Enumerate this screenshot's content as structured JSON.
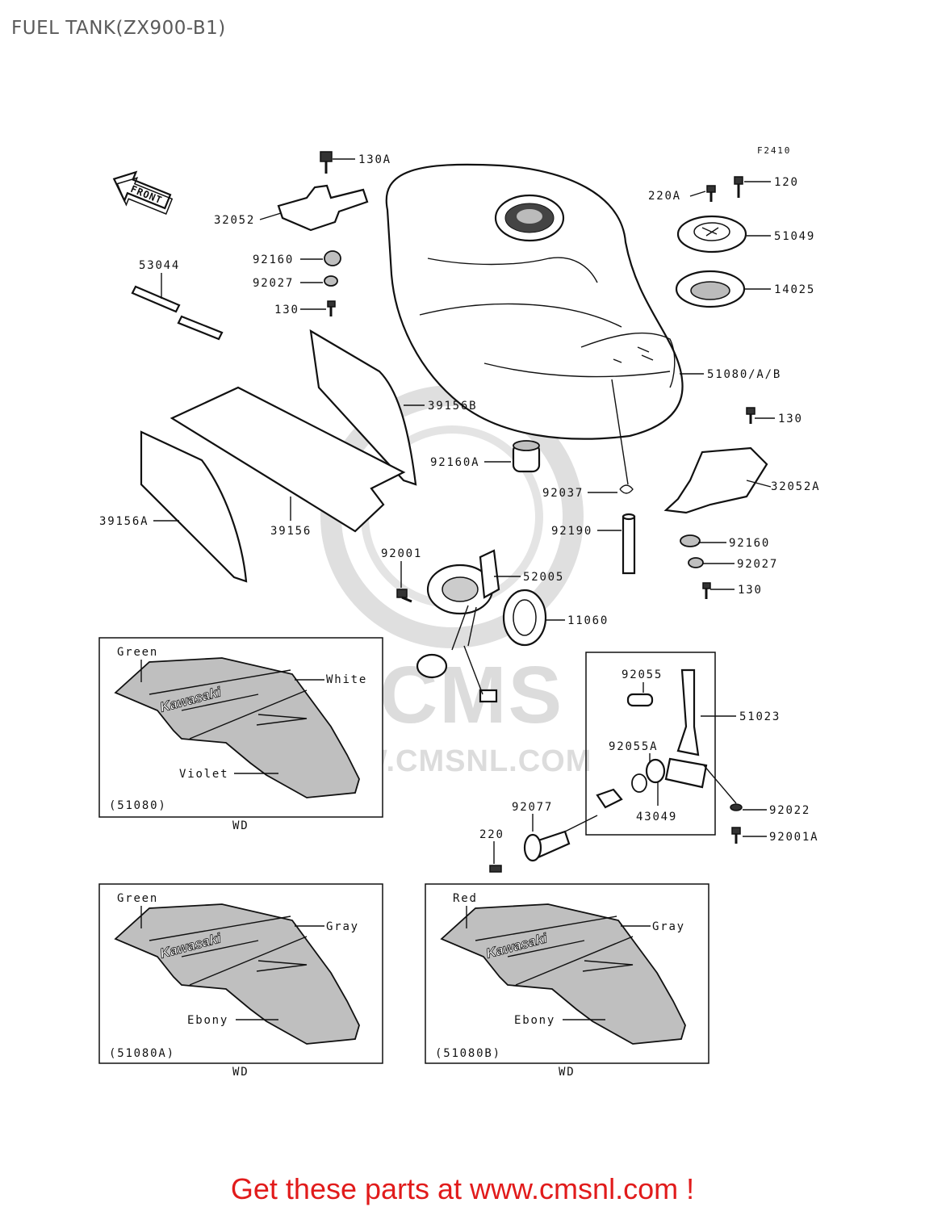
{
  "title": "FUEL TANK(ZX900-B1)",
  "figure_code": "F2410",
  "front_arrow_text": "FRONT",
  "watermark": {
    "brand": "CMS",
    "url": "WWW.CMSNL.COM",
    "color": "#d9d9d9"
  },
  "callouts": {
    "c_130A": "130A",
    "c_32052": "32052",
    "c_92160": "92160",
    "c_92027": "92027",
    "c_130_left": "130",
    "c_53044": "53044",
    "c_39156B": "39156B",
    "c_92160A": "92160A",
    "c_39156A": "39156A",
    "c_39156": "39156",
    "c_220A": "220A",
    "c_120": "120",
    "c_51049": "51049",
    "c_14025": "14025",
    "c_51080AB": "51080/A/B",
    "c_130_r1": "130",
    "c_32052A": "32052A",
    "c_92037": "92037",
    "c_92190": "92190",
    "c_92160_r": "92160",
    "c_92027_r": "92027",
    "c_130_r2": "130",
    "c_92001": "92001",
    "c_52005": "52005",
    "c_11060": "11060",
    "c_92055": "92055",
    "c_51023": "51023",
    "c_92055A": "92055A",
    "c_43049": "43049",
    "c_92022": "92022",
    "c_92001A": "92001A",
    "c_92077": "92077",
    "c_220": "220"
  },
  "decal_panels": [
    {
      "top_color": "Green",
      "mid_color": "White",
      "bottom_color": "Violet",
      "part_ref": "(51080)",
      "brand_text": "Kawasaki",
      "footer": "WD"
    },
    {
      "top_color": "Green",
      "mid_color": "Gray",
      "bottom_color": "Ebony",
      "part_ref": "(51080A)",
      "brand_text": "Kawasaki",
      "footer": "WD"
    },
    {
      "top_color": "Red",
      "mid_color": "Gray",
      "bottom_color": "Ebony",
      "part_ref": "(51080B)",
      "brand_text": "Kawasaki",
      "footer": "WD"
    }
  ],
  "footer_text": "Get these parts at www.cmsnl.com !",
  "colors": {
    "footer": "#e11b1b",
    "title": "#5a5a5a",
    "line": "#111111"
  }
}
